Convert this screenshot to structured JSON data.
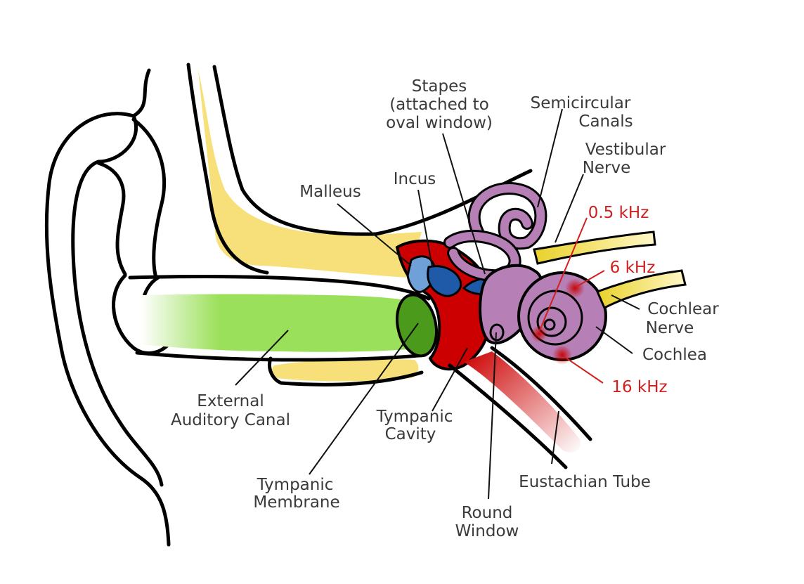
{
  "labels": {
    "stapes": [
      "Stapes",
      "(attached to",
      "oval window)"
    ],
    "semicircular": [
      "Semicircular",
      "Canals"
    ],
    "vestibular": [
      "Vestibular",
      "Nerve"
    ],
    "malleus": "Malleus",
    "incus": "Incus",
    "cochlear_nerve": [
      "Cochlear",
      "Nerve"
    ],
    "cochlea": "Cochlea",
    "external": [
      "External",
      "Auditory Canal"
    ],
    "tympanic_cavity": [
      "Tympanic",
      "Cavity"
    ],
    "tympanic_membrane": [
      "Tympanic",
      "Membrane"
    ],
    "round_window": [
      "Round",
      "Window"
    ],
    "eustachian": "Eustachian Tube"
  },
  "frequencies": {
    "f05": "0.5 kHz",
    "f6": "6 kHz",
    "f16": "16 kHz"
  },
  "colors": {
    "bone": "#f7e07a",
    "canal": "#9be05a",
    "membrane": "#4c9a1c",
    "cavity": "#cc0000",
    "ossicle_light": "#6fa0d8",
    "ossicle_dark": "#1f5aa8",
    "inner_ear": "#b67fb6",
    "nerve": "#e9d12a",
    "frequency": "#d02020"
  }
}
